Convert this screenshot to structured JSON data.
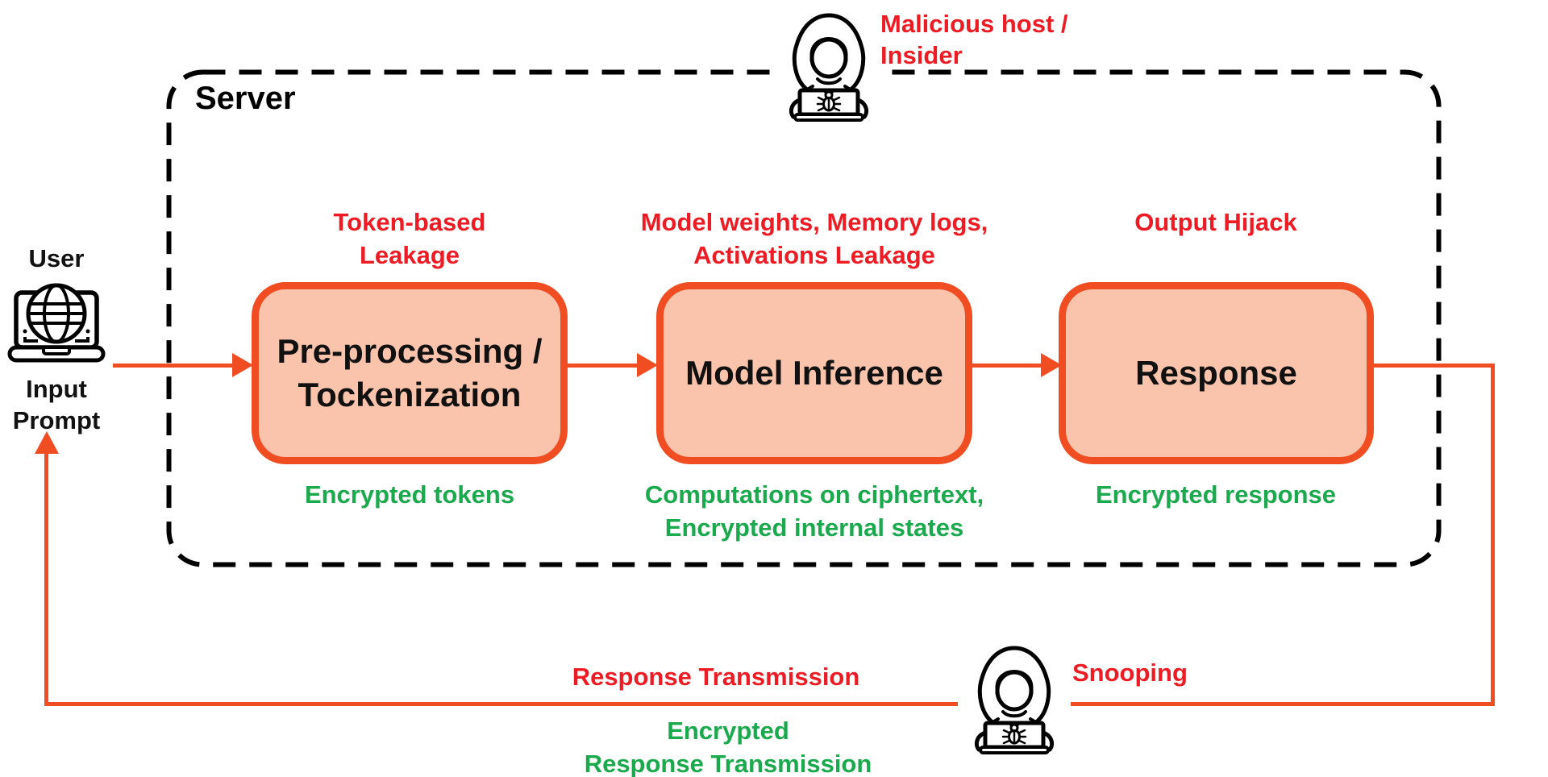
{
  "colors": {
    "accent_orange": "#F04E22",
    "threat_red": "#ED1C24",
    "mitigation_green": "#1BA94E",
    "box_fill": "#F9C3AC",
    "outline_black": "#000000"
  },
  "user": {
    "label": "User",
    "input_line1": "Input",
    "input_line2": "Prompt",
    "icon": "laptop-globe-icon"
  },
  "server": {
    "label": "Server"
  },
  "top_threat": {
    "line1": "Malicious host /",
    "line2": "Insider",
    "icon": "hacker-laptop-bug-icon"
  },
  "boxes": [
    {
      "title_line1": "Pre-processing /",
      "title_line2": "Tockenization",
      "threat_line1": "Token-based",
      "threat_line2": "Leakage",
      "mitigation_line1": "Encrypted tokens",
      "mitigation_line2": ""
    },
    {
      "title_line1": "Model Inference",
      "title_line2": "",
      "threat_line1": "Model weights, Memory logs,",
      "threat_line2": "Activations Leakage",
      "mitigation_line1": "Computations on ciphertext,",
      "mitigation_line2": "Encrypted internal states"
    },
    {
      "title_line1": "Response",
      "title_line2": "",
      "threat_line1": "Output Hijack",
      "threat_line2": "",
      "mitigation_line1": "Encrypted response",
      "mitigation_line2": ""
    }
  ],
  "bottom": {
    "threat_transmission": "Response Transmission",
    "threat_snooping": "Snooping",
    "mitigation_line1": "Encrypted",
    "mitigation_line2": "Response Transmission",
    "icon": "hacker-laptop-bug-icon"
  }
}
